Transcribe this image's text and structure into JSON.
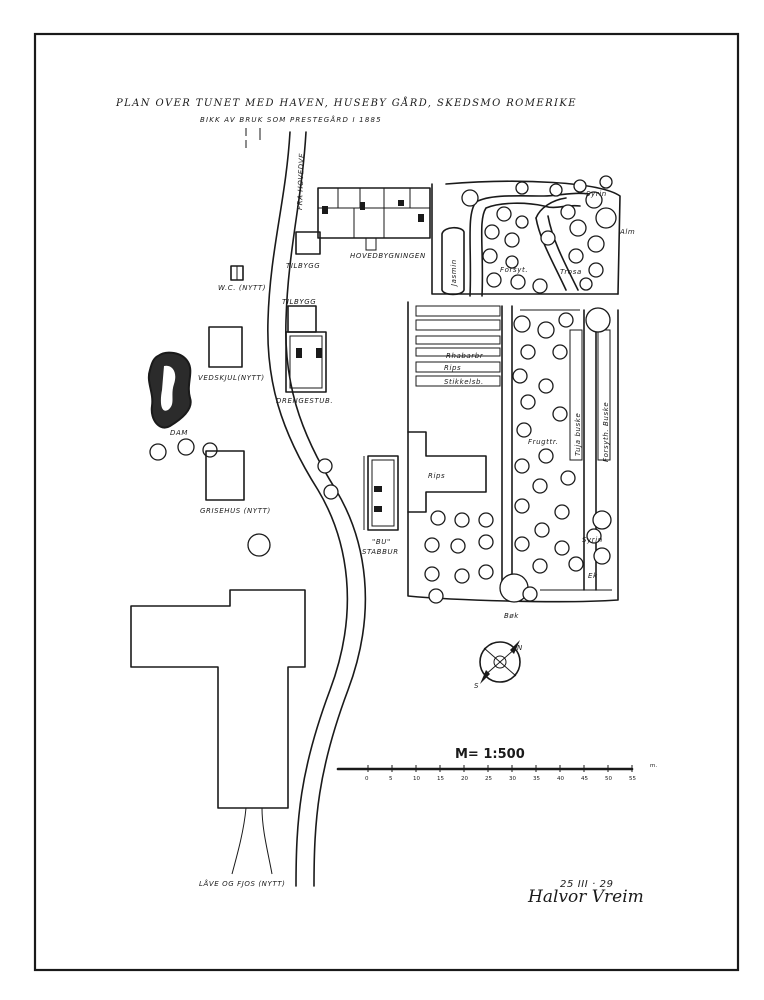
{
  "map": {
    "title": "PLAN OVER TUNET MED HAVEN, HUSEBY GÅRD, SKEDSMO ROMERIKE",
    "subtitle": "BIKK AV BRUK SOM PRESTEGÅRD I 1885",
    "road_label": "FRA HOVEDVE",
    "scale_label": "M= 1:500",
    "scale_ticks": [
      "0",
      "5",
      "10",
      "15",
      "20",
      "25",
      "30",
      "35",
      "40",
      "45",
      "50",
      "55",
      "m."
    ],
    "signature_date": "25 III · 29",
    "signature_name": "Halvor Vreim",
    "labels": {
      "tilbygg_main": "TILBYGG",
      "hovedbygningen": "HOVEDBYGNINGEN",
      "wc": "W.C. (NYTT)",
      "tilbygg_dreng": "TILBYGG",
      "vedskjul": "VEDSKJUL(NYTT)",
      "drengestub": "DRENGESTUB.",
      "dam": "DAM",
      "grisehus": "GRISEHUS (NYTT)",
      "bu": "\"BU\"",
      "stabbur": "STABBUR",
      "lave_fjos": "LÅVE OG FJOS (NYTT)",
      "jasmin": "Jasmin",
      "forsythia_upper": "Forsyt.",
      "trosa": "Trosa",
      "alm": "Alm",
      "rhabarber": "Rhabarbr",
      "rips_bed": "Rips",
      "stikkelsbaer": "Stikkelsb.",
      "frugttr": "Frugttr.",
      "tuja_buske": "Tuja buske",
      "forsyth_buske": "Forsyth. Buske",
      "rips_plot": "Rips",
      "ek": "Ek",
      "bok": "Bøk",
      "syrin_ne": "Syrin",
      "syrin_se": "Syrin"
    },
    "compass": {
      "north": "N",
      "south": "S"
    }
  }
}
